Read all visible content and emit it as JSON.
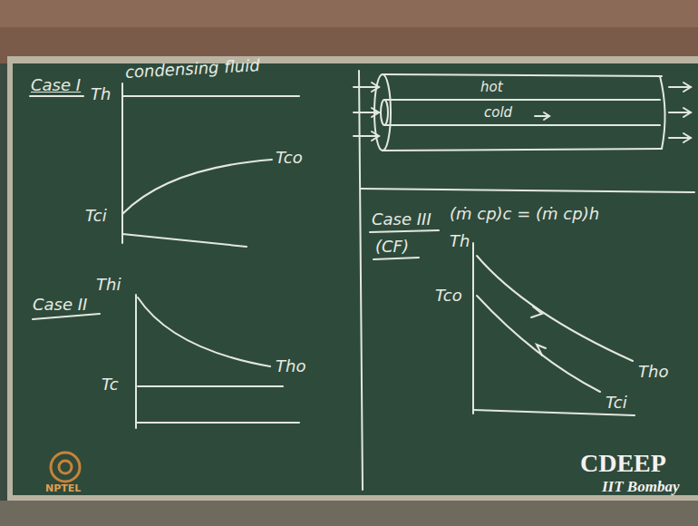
{
  "diagram": {
    "labels": [
      "Case I",
      "condensing fluid",
      "Th",
      "Tco",
      "Tci",
      "Case II",
      "Thi",
      "Tho",
      "Tc",
      "hot",
      "cold",
      "Case III",
      "(CF)",
      "(ṁ cp)c = (ṁ cp)h",
      "Th",
      "Tco",
      "Tho",
      "Tci",
      "CDEEP",
      "IIT Bombay",
      "NPTEL"
    ]
  }
}
